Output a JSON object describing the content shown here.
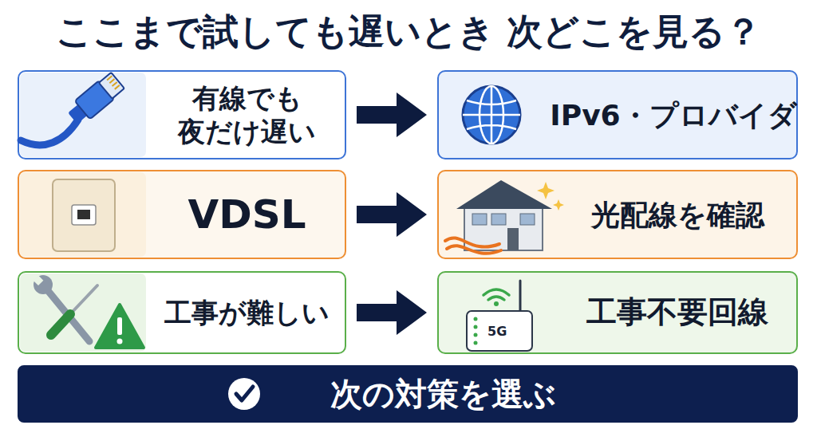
{
  "diagram": {
    "title": "ここまで試しても遅いとき 次どこを見る？",
    "nodes": [
      {
        "text": [
          "有線でも 夜だけ遅い"
        ]
      },
      {
        "text": [
          "IPv6・プロバイダ"
        ]
      },
      {
        "text": [
          "VDSL"
        ]
      },
      {
        "text": [
          "光配線を確認"
        ]
      },
      {
        "text": [
          "工事が難しい"
        ]
      },
      {
        "text": [
          "工事不要回線"
        ]
      },
      {
        "text": [
          "次の対策を選ぶ"
        ]
      }
    ],
    "edges": [
      {
        "from": 0,
        "to": 1,
        "arrow": "to"
      },
      {
        "from": 2,
        "to": 3,
        "arrow": "to"
      },
      {
        "from": 4,
        "to": 5,
        "arrow": "to"
      }
    ],
    "labels": [
      "5G"
    ]
  }
}
